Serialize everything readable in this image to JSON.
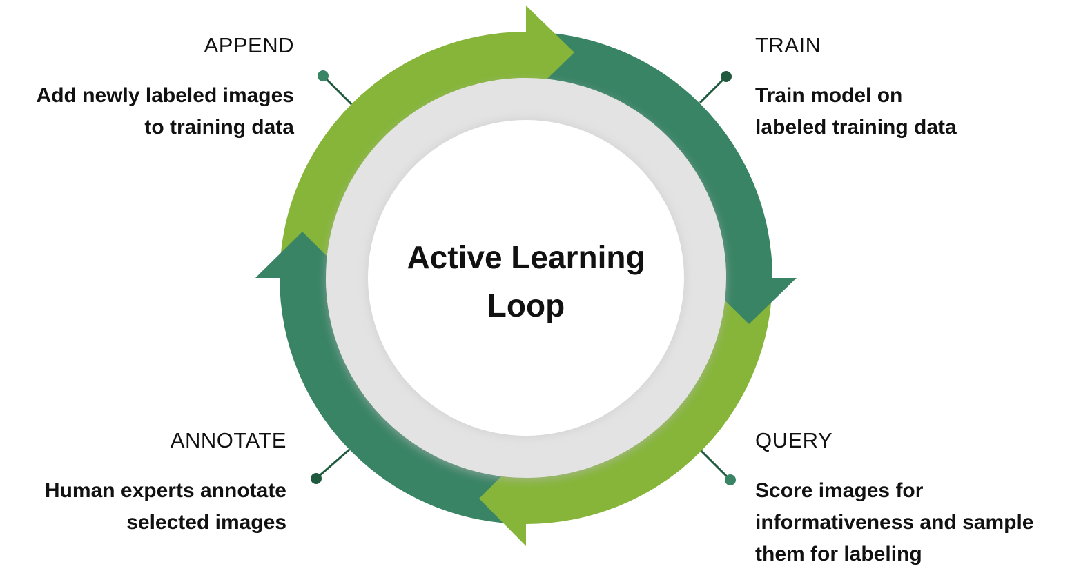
{
  "center": {
    "title": "Active Learning\nLoop"
  },
  "stages": {
    "append": {
      "title": "APPEND",
      "description": "Add newly labeled images\nto training data"
    },
    "train": {
      "title": "TRAIN",
      "description": "Train model on\nlabeled training data"
    },
    "query": {
      "title": "QUERY",
      "description": "Score images for\ninformativeness and sample\nthem for labeling"
    },
    "annotate": {
      "title": "ANNOTATE",
      "description": "Human experts annotate\nselected images"
    }
  },
  "colors": {
    "light_green": "#86b53a",
    "dark_green": "#3a8466",
    "inner_ring": "#e3e3e3",
    "connector_dark": "#1f5a3f",
    "connector_light": "#3a8466"
  }
}
